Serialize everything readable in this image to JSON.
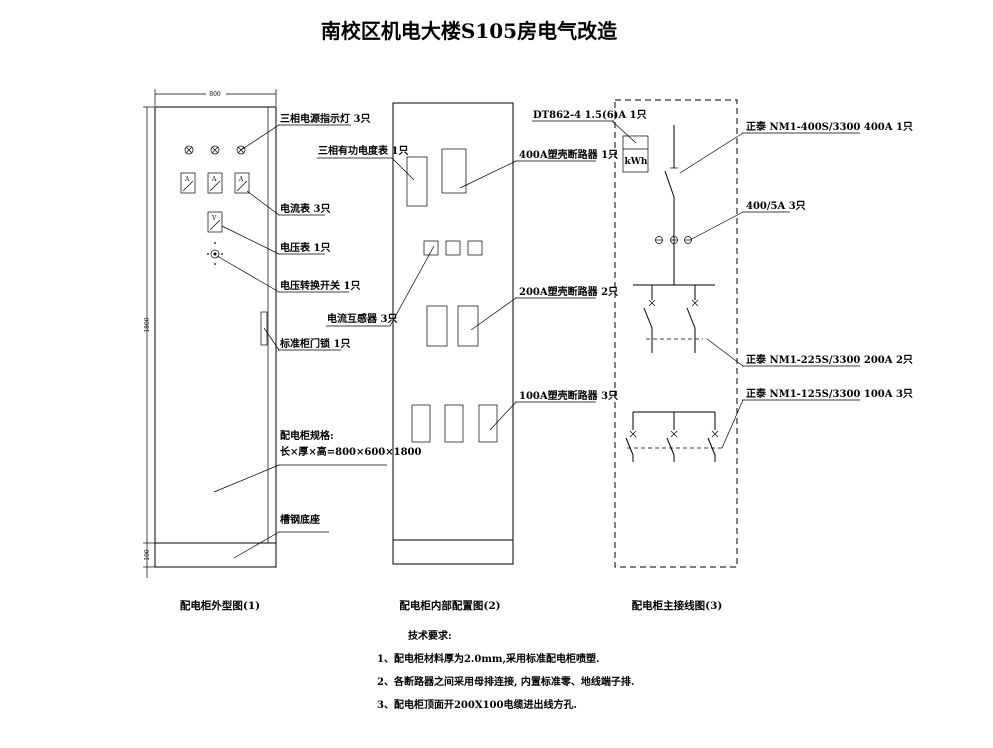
{
  "title": "南校区机电大楼S105房电气改造",
  "dims": {
    "width": "800",
    "height": "1800",
    "base": "100"
  },
  "fig1": {
    "caption": "配电柜外型图(1)",
    "labels": {
      "indicator": "三相电源指示灯 3只",
      "ammeter": "电流表 3只",
      "voltmeter": "电压表 1只",
      "switch": "电压转换开关 1只",
      "lock": "标准柜门锁 1只",
      "spec1": "配电柜规格:",
      "spec2": "长×厚×高=800×600×1800",
      "base": "槽钢底座"
    },
    "meter_glyphs": {
      "a": "A",
      "v": "V"
    }
  },
  "fig2": {
    "caption": "配电柜内部配置图(2)",
    "labels": {
      "energy_meter": "三相有功电度表 1只",
      "breaker400": "400A塑壳断路器 1只",
      "ct": "电流互感器 3只",
      "breaker200": "200A塑壳断路器 2只",
      "breaker100": "100A塑壳断路器 3只"
    }
  },
  "fig3": {
    "caption": "配电柜主接线图(3)",
    "labels": {
      "meter_model": "DT862-4 1.5(6)A 1只",
      "kwh": "kWh",
      "main_breaker": "正泰 NM1-400S/3300 400A 1只",
      "ct_ratio": "400/5A 3只",
      "breaker225": "正泰 NM1-225S/3300 200A 2只",
      "breaker125": "正泰 NM1-125S/3300 100A 3只"
    }
  },
  "notes": {
    "heading": "技术要求:",
    "items": [
      "1、配电柜材料厚为2.0mm,采用标准配电柜喷塑.",
      "2、各断路器之间采用母排连接, 内置标准零、地线端子排.",
      "3、配电柜顶面开200X100电缆进出线方孔."
    ]
  }
}
